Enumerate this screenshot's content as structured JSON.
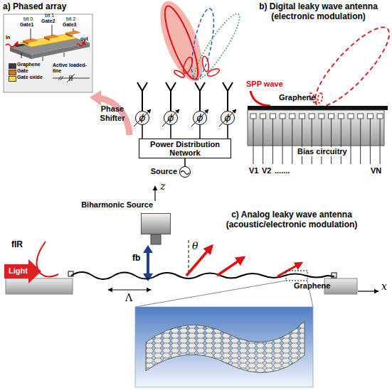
{
  "diagram": {
    "nodes": [
      {
        "text": [
          "ϕ"
        ]
      },
      {
        "text": [
          "ϕ"
        ]
      },
      {
        "text": [
          "ϕ"
        ]
      },
      {
        "text": [
          "ϕ"
        ]
      },
      {
        "text": [
          "Power Distribution Network"
        ]
      },
      {
        "text": [
          "Source"
        ]
      },
      {
        "text": [
          "Biharmonic Source"
        ]
      }
    ],
    "edges": [
      {
        "from": 4,
        "to": 0,
        "arrow": "none"
      },
      {
        "from": 4,
        "to": 1,
        "arrow": "none"
      },
      {
        "from": 4,
        "to": 2,
        "arrow": "none"
      },
      {
        "from": 4,
        "to": 3,
        "arrow": "none"
      },
      {
        "from": 5,
        "to": 4,
        "arrow": "none"
      }
    ],
    "labels": [
      "a) Phased array",
      "bit 0",
      "bit 1",
      "bit 2",
      "Gate1",
      "Gate2",
      "Gate3",
      "In",
      "out",
      "Phase Shifter",
      "b) Digital leaky wave antenna (electronic modulation)",
      "SPP wave",
      "Graphene",
      "V1",
      "V2",
      ".......",
      "VN",
      "Bias circuitry",
      "z",
      "c) Analog leaky wave antenna (acoustic/electronic modulation)",
      "θ",
      "fIR",
      "fb",
      "Light",
      "Λ",
      "Graphene",
      "x"
    ],
    "legend": [
      {
        "text": "Graphene",
        "color": "#3a3a3a"
      },
      {
        "text": "Gate",
        "color": "#d9731a"
      },
      {
        "text": "Gate oxide",
        "color": "#ffd84d"
      },
      {
        "text": "Active loaded-line"
      }
    ]
  }
}
